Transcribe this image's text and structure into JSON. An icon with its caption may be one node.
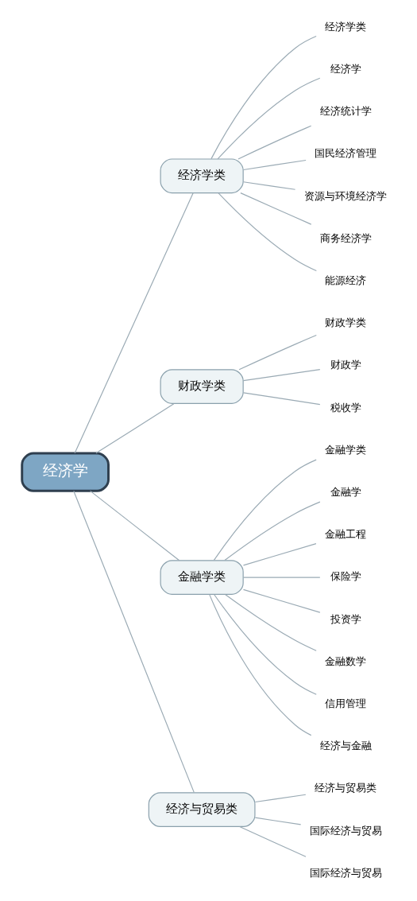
{
  "diagram": {
    "nodes": [
      {
        "text": [
          "经济学"
        ]
      },
      {
        "text": [
          "经济学类"
        ]
      },
      {
        "text": [
          "经济学类"
        ]
      },
      {
        "text": [
          "经济学"
        ]
      },
      {
        "text": [
          "经济统计学"
        ]
      },
      {
        "text": [
          "国民经济管理"
        ]
      },
      {
        "text": [
          "资源与环境经济学"
        ]
      },
      {
        "text": [
          "商务经济学"
        ]
      },
      {
        "text": [
          "能源经济"
        ]
      },
      {
        "text": [
          "财政学类"
        ]
      },
      {
        "text": [
          "财政学类"
        ]
      },
      {
        "text": [
          "财政学"
        ]
      },
      {
        "text": [
          "税收学"
        ]
      },
      {
        "text": [
          "金融学类"
        ]
      },
      {
        "text": [
          "金融学类"
        ]
      },
      {
        "text": [
          "金融学"
        ]
      },
      {
        "text": [
          "金融工程"
        ]
      },
      {
        "text": [
          "保险学"
        ]
      },
      {
        "text": [
          "投资学"
        ]
      },
      {
        "text": [
          "金融数学"
        ]
      },
      {
        "text": [
          "信用管理"
        ]
      },
      {
        "text": [
          "经济与金融"
        ]
      },
      {
        "text": [
          "经济与贸易类"
        ]
      },
      {
        "text": [
          "经济与贸易类"
        ]
      },
      {
        "text": [
          "国际经济与贸易"
        ]
      },
      {
        "text": [
          "国际经济与贸易"
        ]
      }
    ],
    "edges": [
      {
        "from": 0,
        "to": 1,
        "arrow": "none"
      },
      {
        "from": 1,
        "to": 2,
        "arrow": "none"
      },
      {
        "from": 1,
        "to": 3,
        "arrow": "none"
      },
      {
        "from": 1,
        "to": 4,
        "arrow": "none"
      },
      {
        "from": 1,
        "to": 5,
        "arrow": "none"
      },
      {
        "from": 1,
        "to": 6,
        "arrow": "none"
      },
      {
        "from": 1,
        "to": 7,
        "arrow": "none"
      },
      {
        "from": 1,
        "to": 8,
        "arrow": "none"
      },
      {
        "from": 0,
        "to": 9,
        "arrow": "none"
      },
      {
        "from": 9,
        "to": 10,
        "arrow": "none"
      },
      {
        "from": 9,
        "to": 11,
        "arrow": "none"
      },
      {
        "from": 9,
        "to": 12,
        "arrow": "none"
      },
      {
        "from": 0,
        "to": 13,
        "arrow": "none"
      },
      {
        "from": 13,
        "to": 14,
        "arrow": "none"
      },
      {
        "from": 13,
        "to": 15,
        "arrow": "none"
      },
      {
        "from": 13,
        "to": 16,
        "arrow": "none"
      },
      {
        "from": 13,
        "to": 17,
        "arrow": "none"
      },
      {
        "from": 13,
        "to": 18,
        "arrow": "none"
      },
      {
        "from": 13,
        "to": 19,
        "arrow": "none"
      },
      {
        "from": 13,
        "to": 20,
        "arrow": "none"
      },
      {
        "from": 13,
        "to": 21,
        "arrow": "none"
      },
      {
        "from": 0,
        "to": 22,
        "arrow": "none"
      },
      {
        "from": 22,
        "to": 23,
        "arrow": "none"
      },
      {
        "from": 22,
        "to": 24,
        "arrow": "none"
      },
      {
        "from": 22,
        "to": 25,
        "arrow": "none"
      }
    ]
  }
}
